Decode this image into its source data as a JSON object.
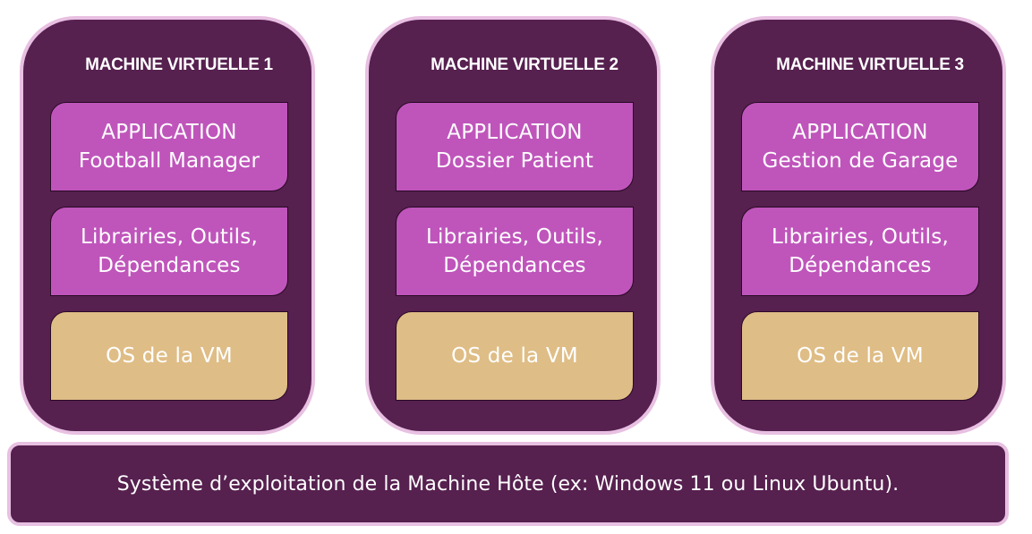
{
  "colors": {
    "vm_background": "#56204f",
    "vm_border": "#e8c0e2",
    "app_layer": "#bf55bb",
    "libs_layer": "#bf55bb",
    "os_layer": "#dfbd86",
    "text": "#ffffff"
  },
  "vms": [
    {
      "title": "MACHINE VIRTUELLE 1",
      "app_line1": "APPLICATION",
      "app_line2": "Football Manager",
      "libs_line1": "Librairies, Outils,",
      "libs_line2": "Dépendances",
      "os": "OS de la VM"
    },
    {
      "title": "MACHINE VIRTUELLE 2",
      "app_line1": "APPLICATION",
      "app_line2": "Dossier Patient",
      "libs_line1": "Librairies, Outils,",
      "libs_line2": "Dépendances",
      "os": "OS de la VM"
    },
    {
      "title": "MACHINE VIRTUELLE 3",
      "app_line1": "APPLICATION",
      "app_line2": "Gestion de Garage",
      "libs_line1": "Librairies, Outils,",
      "libs_line2": "Dépendances",
      "os": "OS de la VM"
    }
  ],
  "host": {
    "label": "Système d’exploitation de la Machine Hôte (ex: Windows 11 ou Linux Ubuntu)."
  }
}
